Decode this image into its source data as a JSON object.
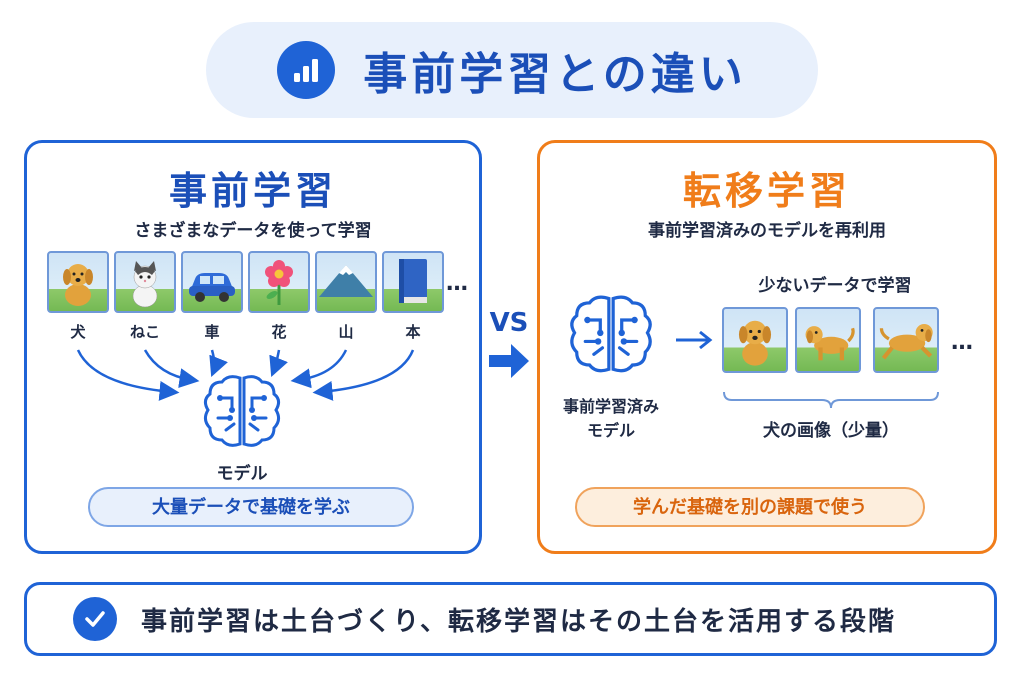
{
  "header": {
    "title": "事前学習との違い",
    "icon": "bar-chart-icon"
  },
  "left": {
    "title": "事前学習",
    "subtitle": "さまざまなデータを使って学習",
    "items": [
      {
        "label": "犬",
        "icon": "dog-icon"
      },
      {
        "label": "ねこ",
        "icon": "cat-icon"
      },
      {
        "label": "車",
        "icon": "car-icon"
      },
      {
        "label": "花",
        "icon": "flower-icon"
      },
      {
        "label": "山",
        "icon": "mountain-icon"
      },
      {
        "label": "本",
        "icon": "book-icon"
      }
    ],
    "ellipsis": "…",
    "model_label": "モデル",
    "summary": "大量データで基礎を学ぶ"
  },
  "vs_label": "VS",
  "right": {
    "title": "転移学習",
    "subtitle": "事前学習済みのモデルを再利用",
    "small_data_label": "少ないデータで学習",
    "model_label_line1": "事前学習済み",
    "model_label_line2": "モデル",
    "ellipsis": "…",
    "images_caption": "犬の画像（少量）",
    "summary": "学んだ基礎を別の課題で使う"
  },
  "footer": {
    "text": "事前学習は土台づくり、転移学習はその土台を活用する段階"
  },
  "colors": {
    "blue": "#1f63d6",
    "orange": "#f07d1a",
    "dark": "#1f2a44"
  }
}
